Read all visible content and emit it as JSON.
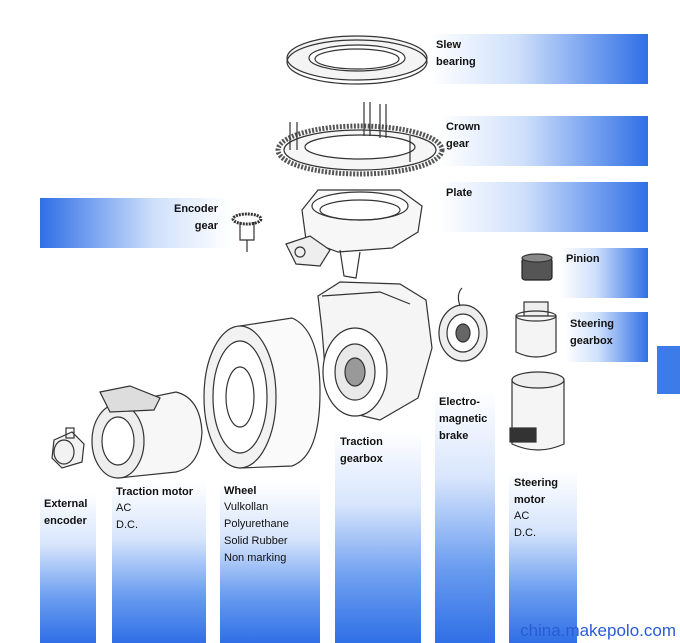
{
  "labels": {
    "slew_bearing": "Slew\nbearing",
    "crown_gear": "Crown\ngear",
    "plate": "Plate",
    "encoder_gear": "Encoder\ngear",
    "pinion": "Pinion",
    "steering_gearbox": "Steering\ngearbox",
    "traction_gearbox": "Traction\ngearbox",
    "electromagnetic_brake": "Electro-\nmagnetic\nbrake",
    "external_encoder": "External\nencoder",
    "traction_motor": "Traction motor",
    "traction_motor_types": "AC\nD.C.",
    "wheel": "Wheel",
    "wheel_types": "Vulkollan\nPolyurethane\nSolid Rubber\nNon marking",
    "steering_motor": "Steering\nmotor",
    "steering_motor_types": "AC\nD.C."
  },
  "watermark": "china.makepolo.com",
  "colors": {
    "band_blue": "#2f6fe6",
    "band_light": "#cfe0fb",
    "tab_blue": "#3d7be8",
    "watermark": "#2a5bd7"
  }
}
